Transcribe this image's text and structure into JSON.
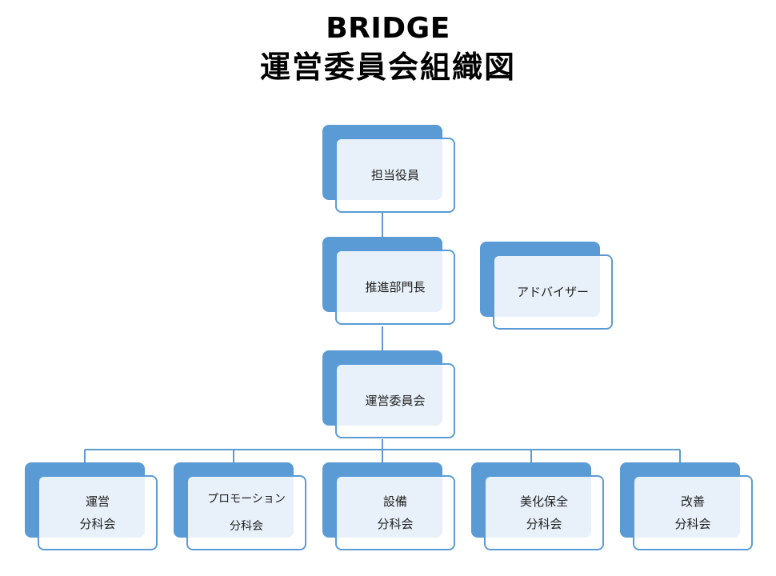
{
  "title": {
    "line1": "BRIDGE",
    "line2": "運営委員会組織図"
  },
  "colors": {
    "box_fill": "#5b9bd5",
    "box_border": "#5b9bd5",
    "connector": "#5b9bd5"
  },
  "nodes": {
    "officer": {
      "label": "担当役員"
    },
    "promotion_head": {
      "label": "推進部門長"
    },
    "advisor": {
      "label": "アドバイザー"
    },
    "committee": {
      "label": "運営委員会"
    },
    "subcommittees": [
      {
        "line1": "運営",
        "line2": "分科会"
      },
      {
        "line1": "プロモーション",
        "line2": "分科会"
      },
      {
        "line1": "設備",
        "line2": "分科会"
      },
      {
        "line1": "美化保全",
        "line2": "分科会"
      },
      {
        "line1": "改善",
        "line2": "分科会"
      }
    ]
  }
}
